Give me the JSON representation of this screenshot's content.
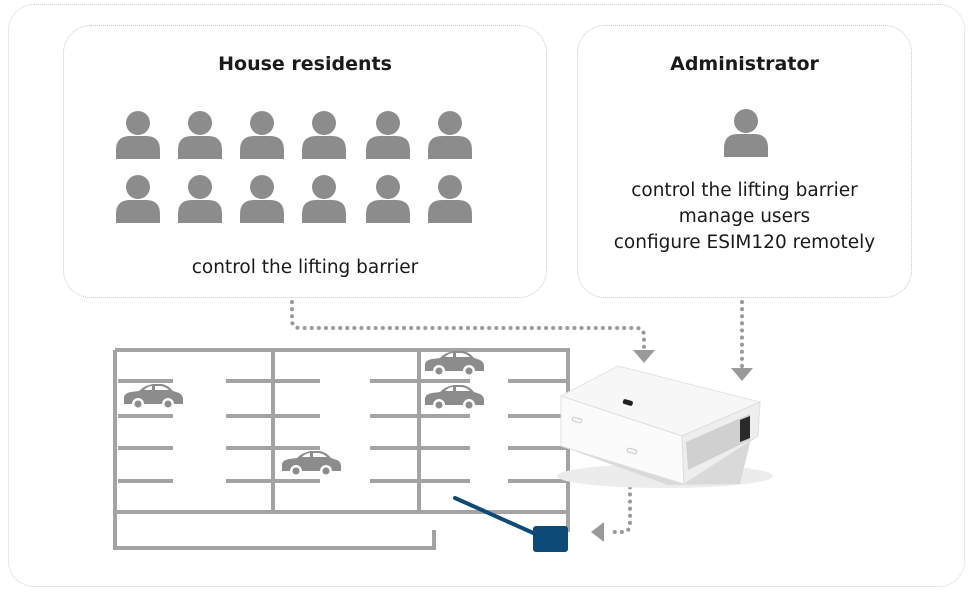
{
  "residents": {
    "title": "House residents",
    "caption": "control the lifting barrier",
    "icon": "person-icon",
    "icon_count": 12
  },
  "administrator": {
    "title": "Administrator",
    "lines": [
      "control the lifting barrier",
      "manage users",
      "configure ESIM120 remotely"
    ],
    "icon": "person-icon"
  },
  "colors": {
    "person": "#8c8c8c",
    "car": "#8c8c8c",
    "parking_lines": "#a3a3a3",
    "barrier": "#0d4a78",
    "connector": "#9a9a9a"
  },
  "device_icon": "gsm-controller-device",
  "barrier_icon": "lifting-barrier-icon",
  "car_icon": "car-icon"
}
